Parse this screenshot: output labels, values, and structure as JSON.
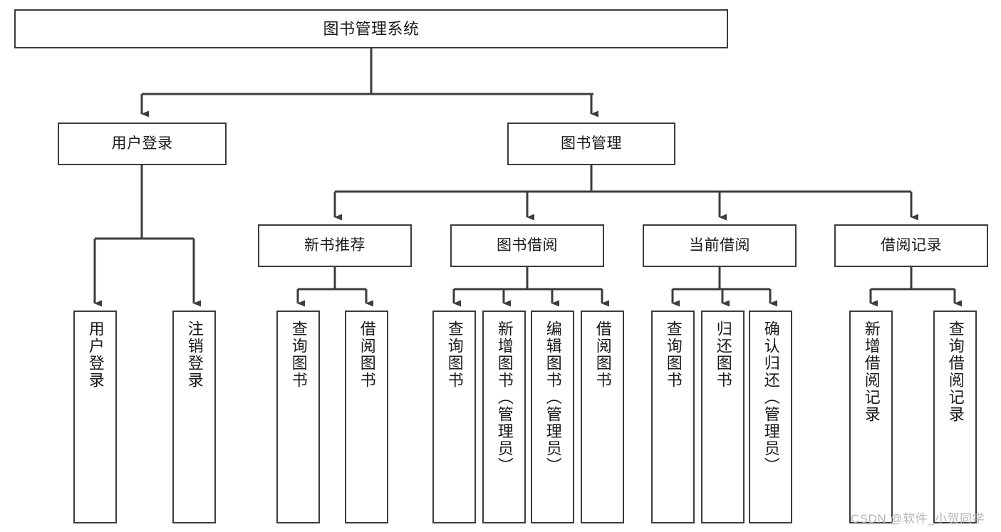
{
  "diagram": {
    "title": "图书管理系统",
    "type": "tree-hierarchy-diagram",
    "colors": {
      "box_stroke": "#3c3c3c",
      "edge_stroke": "#3c3c3c",
      "background": "#ffffff",
      "text": "#1a1a1a",
      "watermark": "#b4b4b4"
    },
    "watermark": "CSDN @软件_小贺同学"
  },
  "nodes": {
    "root": {
      "label": "图书管理系统",
      "level": 1
    },
    "level2": [
      {
        "id": "user-login",
        "label": "用户登录"
      },
      {
        "id": "book-manage",
        "label": "图书管理"
      }
    ],
    "level3": [
      {
        "id": "new-book-recommend",
        "label": "新书推荐"
      },
      {
        "id": "book-borrow",
        "label": "图书借阅"
      },
      {
        "id": "current-borrow",
        "label": "当前借阅"
      },
      {
        "id": "borrow-record",
        "label": "借阅记录"
      }
    ],
    "leaves": [
      {
        "id": "leaf-user-login",
        "label": "用户登录",
        "parent": "user-login"
      },
      {
        "id": "leaf-logout-login",
        "label": "注销登录",
        "parent": "user-login"
      },
      {
        "id": "leaf-query-book-1",
        "label": "查询图书",
        "parent": "new-book-recommend"
      },
      {
        "id": "leaf-borrow-book-1",
        "label": "借阅图书",
        "parent": "new-book-recommend"
      },
      {
        "id": "leaf-query-book-2",
        "label": "查询图书",
        "parent": "book-borrow"
      },
      {
        "id": "leaf-add-book",
        "label": "新增图书（管理员）",
        "parent": "book-borrow"
      },
      {
        "id": "leaf-edit-book",
        "label": "编辑图书（管理员）",
        "parent": "book-borrow"
      },
      {
        "id": "leaf-borrow-book-2",
        "label": "借阅图书",
        "parent": "book-borrow"
      },
      {
        "id": "leaf-query-book-3",
        "label": "查询图书",
        "parent": "current-borrow"
      },
      {
        "id": "leaf-return-book",
        "label": "归还图书",
        "parent": "current-borrow"
      },
      {
        "id": "leaf-confirm-return",
        "label": "确认归还（管理员）",
        "parent": "current-borrow"
      },
      {
        "id": "leaf-add-record",
        "label": "新增借阅记录",
        "parent": "borrow-record"
      },
      {
        "id": "leaf-query-record",
        "label": "查询借阅记录",
        "parent": "borrow-record"
      }
    ]
  }
}
